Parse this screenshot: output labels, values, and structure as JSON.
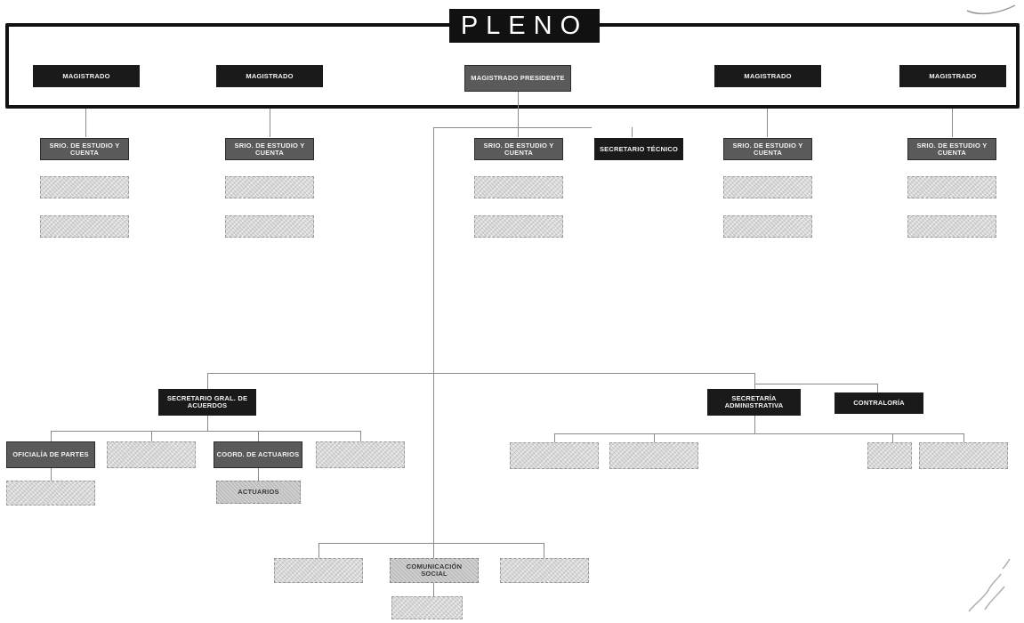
{
  "pleno": {
    "title": "PLENO"
  },
  "magistrados": [
    {
      "label": "MAGISTRADO"
    },
    {
      "label": "MAGISTRADO"
    },
    {
      "label": "MAGISTRADO PRESIDENTE"
    },
    {
      "label": "MAGISTRADO"
    },
    {
      "label": "MAGISTRADO"
    }
  ],
  "secretarios_estudio": [
    {
      "label": "SRIO. DE ESTUDIO Y CUENTA"
    },
    {
      "label": "SRIO. DE ESTUDIO Y CUENTA"
    },
    {
      "label": "SRIO. DE ESTUDIO Y CUENTA"
    },
    {
      "label": "SRIO. DE ESTUDIO Y CUENTA"
    },
    {
      "label": "SRIO. DE ESTUDIO Y CUENTA"
    }
  ],
  "secretario_tecnico": {
    "label": "SECRETARIO TÉCNICO"
  },
  "secretario_general": {
    "label": "SECRETARIO GRAL. DE ACUERDOS"
  },
  "secretaria_administrativa": {
    "label": "SECRETARÍA ADMINISTRATIVA"
  },
  "contraloria": {
    "label": "CONTRALORÍA"
  },
  "acuerdos_units": {
    "oficialia": "OFICIALÍA DE PARTES",
    "coord_actuarios": "COORD. DE ACTUARIOS",
    "actuarios": "ACTUARIOS"
  },
  "bottom_units": {
    "comunicacion_social": "COMUNICACIÓN SOCIAL"
  }
}
